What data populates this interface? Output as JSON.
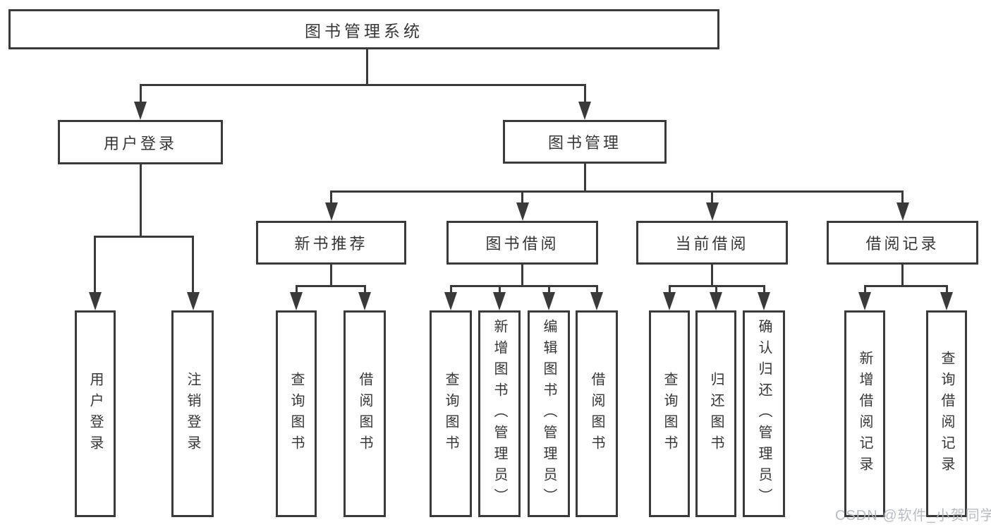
{
  "tree": {
    "root": "图书管理系统",
    "l2": [
      "用户登录",
      "图书管理"
    ],
    "l3": [
      "新书推荐",
      "图书借阅",
      "当前借阅",
      "借阅记录"
    ],
    "l4": [
      "用户登录",
      "注销登录",
      "查询图书",
      "借阅图书",
      "查询图书",
      "新增图书（管理员）",
      "编辑图书（管理员）",
      "借阅图书",
      "查询图书",
      "归还图书",
      "确认归还（管理员）",
      "新增借阅记录",
      "查询借阅记录"
    ],
    "hierarchy": {
      "图书管理系统": {
        "用户登录": [
          "用户登录",
          "注销登录"
        ],
        "图书管理": {
          "新书推荐": [
            "查询图书",
            "借阅图书"
          ],
          "图书借阅": [
            "查询图书",
            "新增图书（管理员）",
            "编辑图书（管理员）",
            "借阅图书"
          ],
          "当前借阅": [
            "查询图书",
            "归还图书",
            "确认归还（管理员）"
          ],
          "借阅记录": [
            "新增借阅记录",
            "查询借阅记录"
          ]
        }
      }
    }
  },
  "watermark": "CSDN @软件_小贺同学",
  "colors": {
    "line": "#3a3a3a",
    "text": "#363636",
    "watermark": "#b3b7bd",
    "background": "#ffffff"
  }
}
